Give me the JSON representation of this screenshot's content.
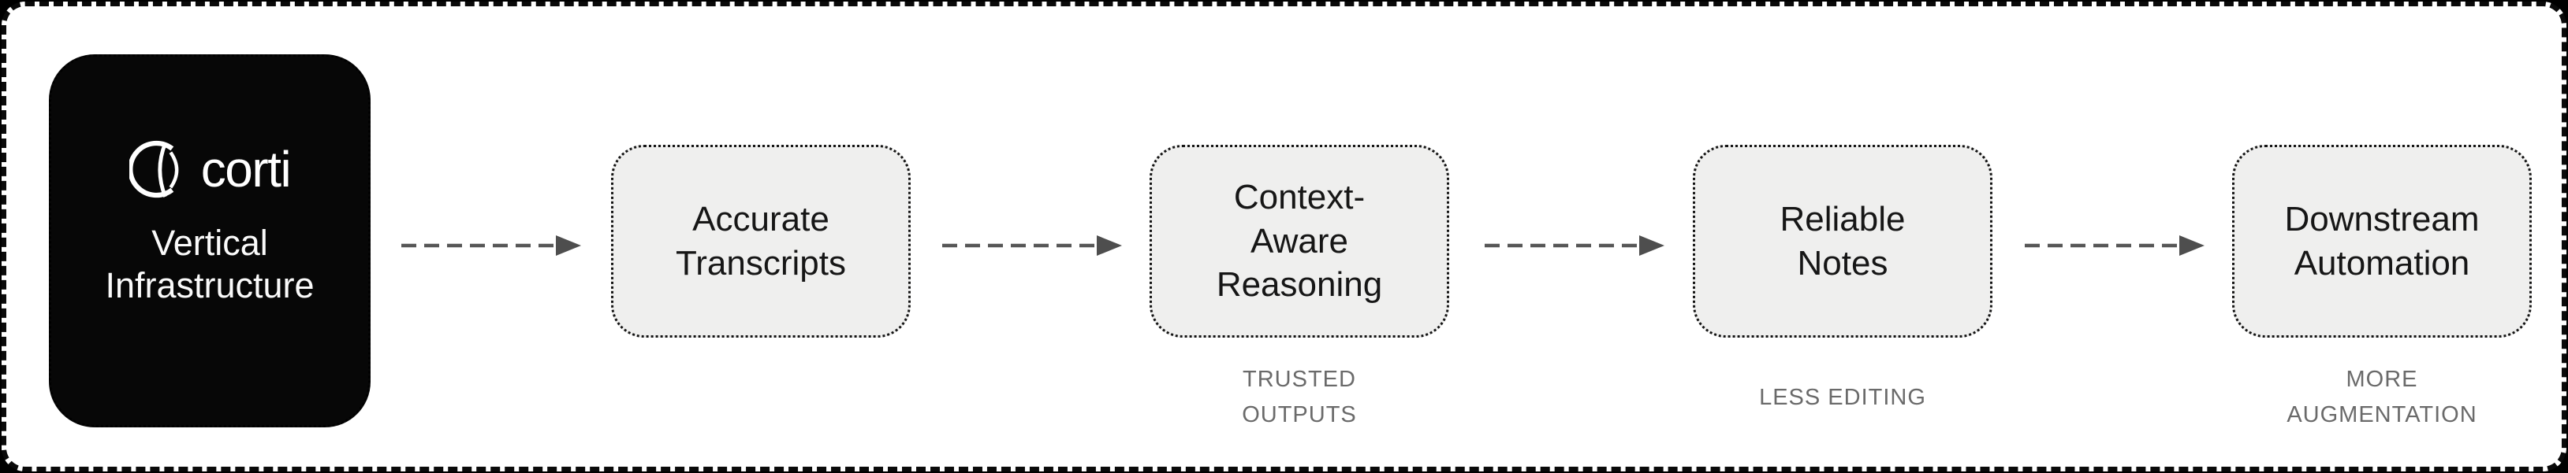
{
  "colors": {
    "page_background": "#000000",
    "canvas_background": "#ffffff",
    "frame_border": "#0a0a0a",
    "brand_box_background": "#070707",
    "brand_text": "#ffffff",
    "step_box_background": "#efefee",
    "step_box_border": "#141414",
    "step_text": "#161616",
    "caption_text": "#6a6a6a",
    "arrow": "#575757"
  },
  "brand": {
    "logo_text": "corti",
    "logo_icon": "corti-circle-waves-icon",
    "label": "Vertical\nInfrastructure"
  },
  "steps": [
    {
      "label": "Accurate\nTranscripts",
      "caption": ""
    },
    {
      "label": "Context-\nAware\nReasoning",
      "caption": "TRUSTED\nOUTPUTS"
    },
    {
      "label": "Reliable\nNotes",
      "caption": "LESS EDITING"
    },
    {
      "label": "Downstream\nAutomation",
      "caption": "MORE\nAUGMENTATION"
    }
  ]
}
